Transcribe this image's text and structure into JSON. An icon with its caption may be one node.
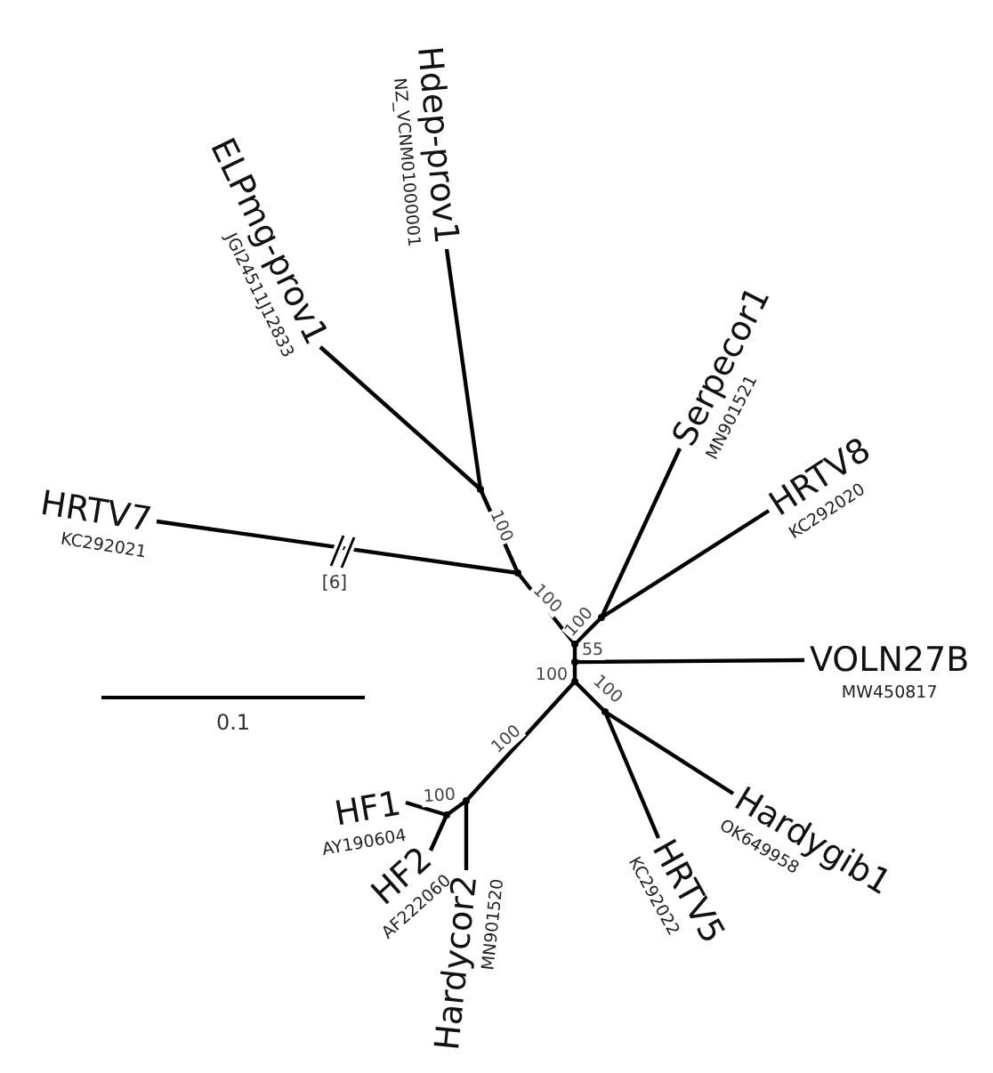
{
  "diagram": {
    "nodes": [
      {
        "text": [
          "Hdep-prov1",
          "NZ_VCNM01000001"
        ]
      },
      {
        "text": [
          "ELPmg-prov1",
          "JGI24511J12833"
        ]
      },
      {
        "text": [
          "HRTV7",
          "KC292021"
        ]
      },
      {
        "text": [
          "Serpecor1",
          "MN901521"
        ]
      },
      {
        "text": [
          "HRTV8",
          "KC292020"
        ]
      },
      {
        "text": [
          "VOLN27B",
          "MW450817"
        ]
      },
      {
        "text": [
          "Hardygib1",
          "OK649958"
        ]
      },
      {
        "text": [
          "HRTV5",
          "KC292022"
        ]
      },
      {
        "text": [
          "Hardycor2",
          "MN901520"
        ]
      },
      {
        "text": [
          "HF1",
          "AY190604"
        ]
      },
      {
        "text": [
          "HF2",
          "AF222060"
        ]
      },
      {
        "text": [],
        "shape": "dot"
      },
      {
        "text": [],
        "shape": "dot"
      },
      {
        "text": [],
        "shape": "dot"
      },
      {
        "text": [],
        "shape": "dot"
      },
      {
        "text": [],
        "shape": "dot"
      },
      {
        "text": [],
        "shape": "dot"
      },
      {
        "text": [],
        "shape": "dot"
      },
      {
        "text": [],
        "shape": "dot"
      },
      {
        "text": [],
        "shape": "dot"
      }
    ],
    "edges": [
      {
        "from": 11,
        "to": 0,
        "arrow": "none"
      },
      {
        "from": 11,
        "to": 1,
        "arrow": "none"
      },
      {
        "from": 11,
        "to": 12,
        "arrow": "none",
        "label": "100"
      },
      {
        "from": 12,
        "to": 2,
        "arrow": "none"
      },
      {
        "from": 12,
        "to": 14,
        "arrow": "none",
        "label": "100"
      },
      {
        "from": 13,
        "to": 3,
        "arrow": "none"
      },
      {
        "from": 13,
        "to": 4,
        "arrow": "none"
      },
      {
        "from": 14,
        "to": 13,
        "arrow": "none",
        "label": "100"
      },
      {
        "from": 14,
        "to": 15,
        "arrow": "none",
        "label": "55"
      },
      {
        "from": 15,
        "to": 5,
        "arrow": "none"
      },
      {
        "from": 15,
        "to": 16,
        "arrow": "none",
        "label": "100"
      },
      {
        "from": 16,
        "to": 17,
        "arrow": "none",
        "label": "100"
      },
      {
        "from": 17,
        "to": 6,
        "arrow": "none"
      },
      {
        "from": 17,
        "to": 7,
        "arrow": "none"
      },
      {
        "from": 16,
        "to": 18,
        "arrow": "none",
        "label": "100"
      },
      {
        "from": 18,
        "to": 8,
        "arrow": "none"
      },
      {
        "from": 18,
        "to": 19,
        "arrow": "none",
        "label": "100"
      },
      {
        "from": 19,
        "to": 9,
        "arrow": "none"
      },
      {
        "from": 19,
        "to": 10,
        "arrow": "none"
      }
    ],
    "labels": [
      "[6]",
      "0.1"
    ]
  }
}
